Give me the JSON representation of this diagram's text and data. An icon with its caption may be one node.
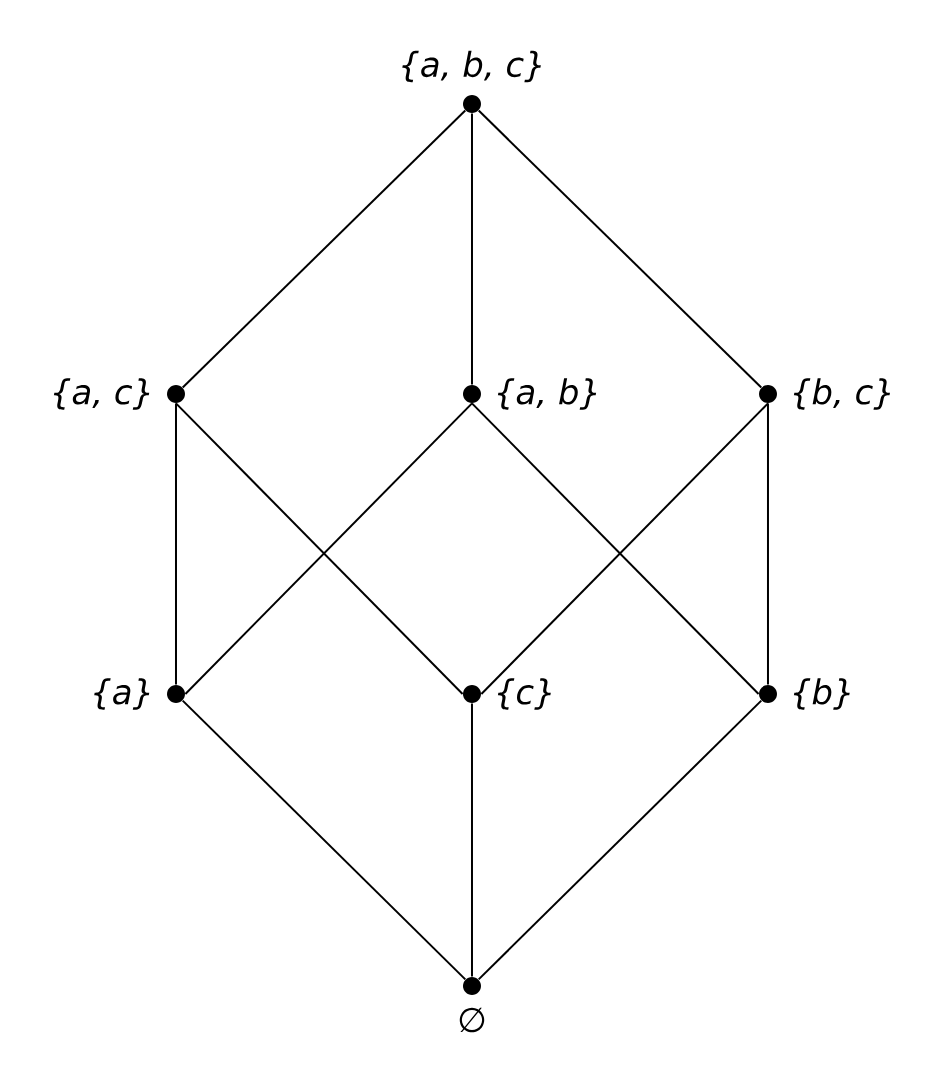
{
  "diagram": {
    "nodes": [
      {
        "text": [],
        "shape": "circle",
        "beside": [
          "{a, b, c}"
        ]
      },
      {
        "text": [],
        "shape": "circle",
        "beside": [
          "{a, c}"
        ]
      },
      {
        "text": [],
        "shape": "circle",
        "beside": [
          "{a, b}"
        ]
      },
      {
        "text": [],
        "shape": "circle",
        "beside": [
          "{b, c}"
        ]
      },
      {
        "text": [],
        "shape": "circle",
        "beside": [
          "{a}"
        ]
      },
      {
        "text": [],
        "shape": "circle",
        "beside": [
          "{c}"
        ]
      },
      {
        "text": [],
        "shape": "circle",
        "beside": [
          "{b}"
        ]
      },
      {
        "text": [],
        "shape": "circle",
        "beside": [
          "∅"
        ]
      }
    ],
    "edges": [
      {
        "from": 0,
        "to": 1,
        "arrow": "none"
      },
      {
        "from": 0,
        "to": 2,
        "arrow": "none"
      },
      {
        "from": 0,
        "to": 3,
        "arrow": "none"
      },
      {
        "from": 1,
        "to": 4,
        "arrow": "none"
      },
      {
        "from": 1,
        "to": 5,
        "arrow": "none"
      },
      {
        "from": 2,
        "to": 4,
        "arrow": "none"
      },
      {
        "from": 2,
        "to": 6,
        "arrow": "none"
      },
      {
        "from": 3,
        "to": 5,
        "arrow": "none"
      },
      {
        "from": 3,
        "to": 6,
        "arrow": "none"
      },
      {
        "from": 4,
        "to": 7,
        "arrow": "none"
      },
      {
        "from": 5,
        "to": 7,
        "arrow": "none"
      },
      {
        "from": 6,
        "to": 7,
        "arrow": "none"
      }
    ]
  }
}
